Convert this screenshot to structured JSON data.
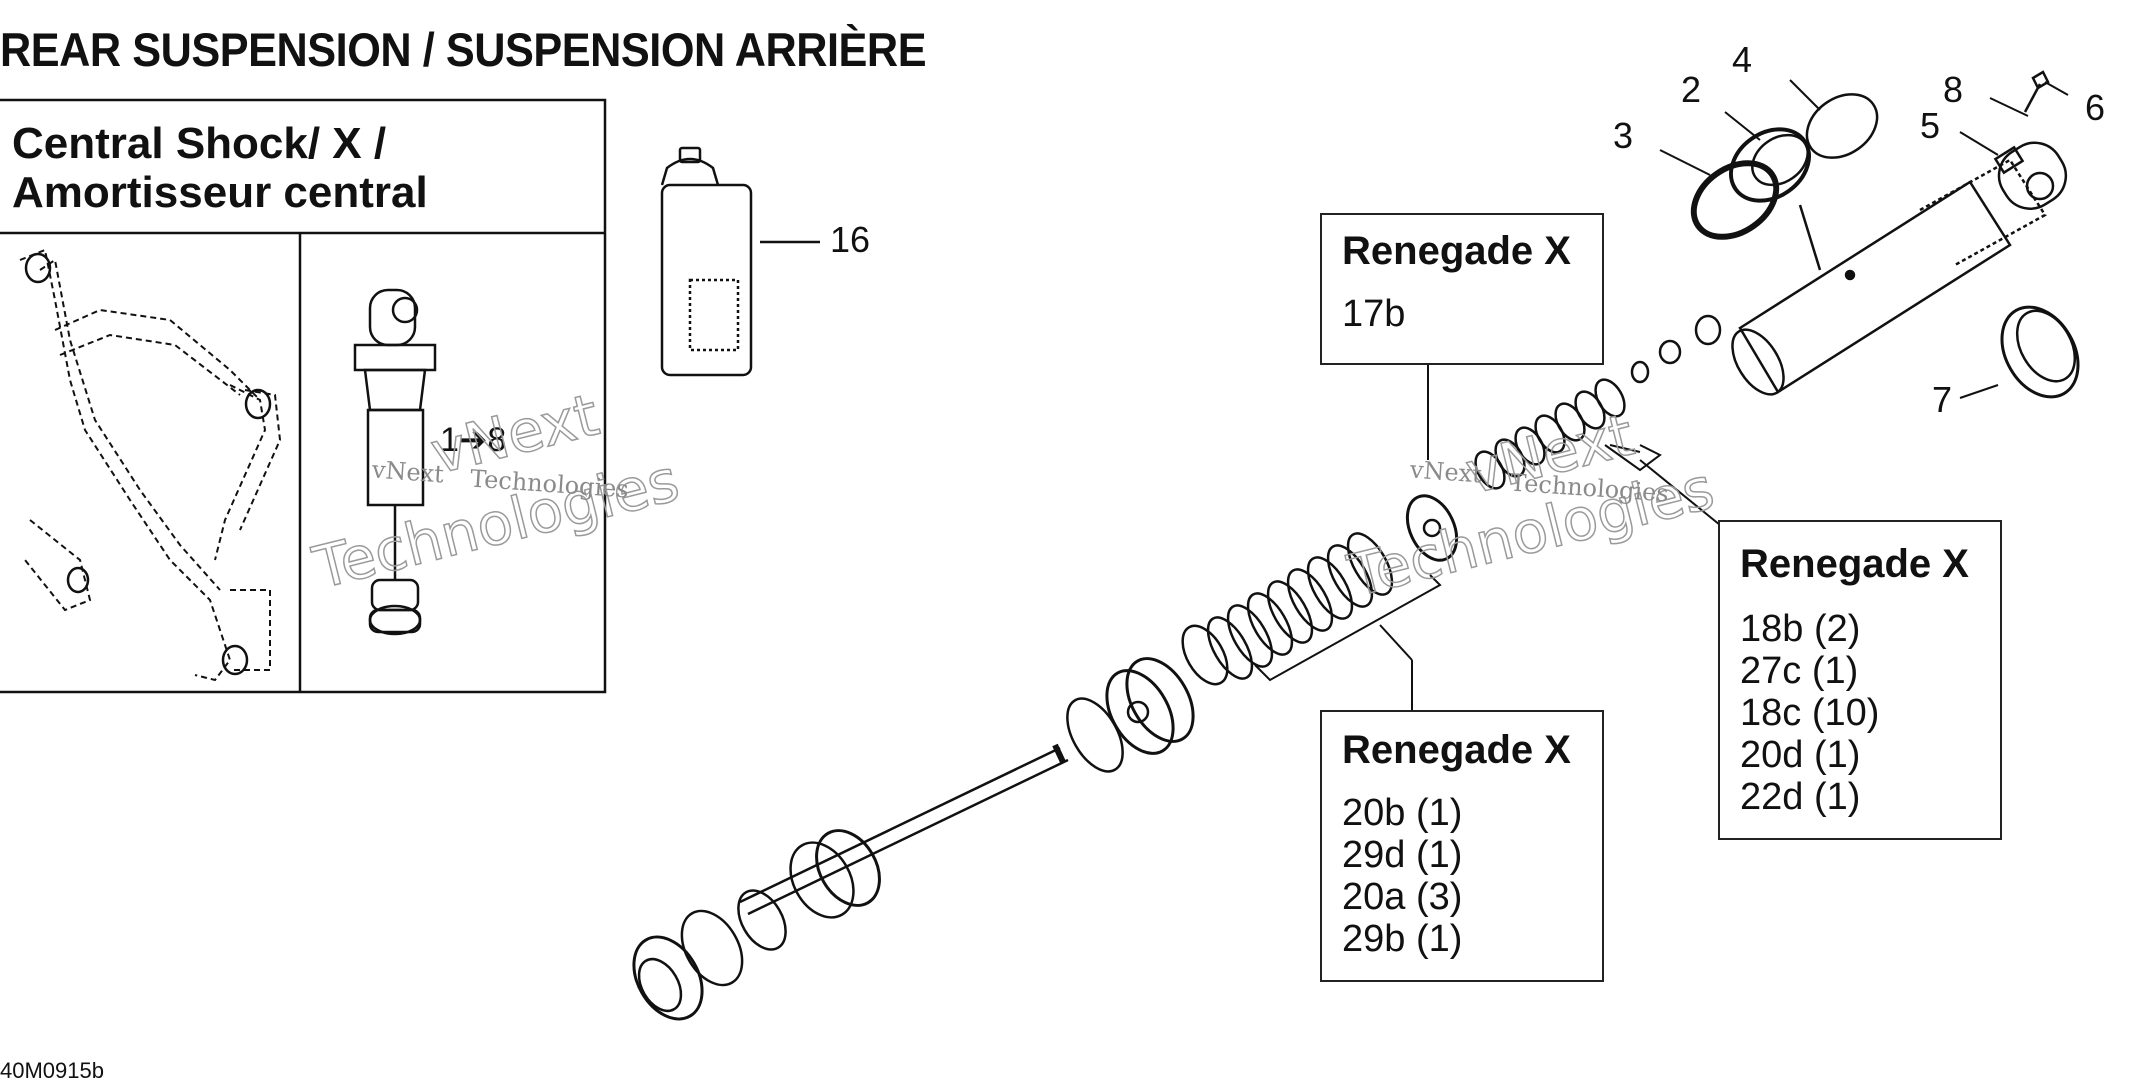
{
  "header": {
    "title": "REAR SUSPENSION / SUSPENSION ARRIÈRE"
  },
  "inset": {
    "title_line1": "Central Shock/ X /",
    "title_line2": "Amortisseur central",
    "range_label": "1➔8"
  },
  "callouts": {
    "c1": "2",
    "c2": "3",
    "c3": "4",
    "c4": "5",
    "c5": "6",
    "c6": "7",
    "c7": "8",
    "c8": "16"
  },
  "boxes": {
    "box17": {
      "title": "Renegade X",
      "lines": [
        "17b"
      ]
    },
    "box18": {
      "title": "Renegade X",
      "lines": [
        "18b (2)",
        "27c (1)",
        "18c (10)",
        "20d (1)",
        "22d (1)"
      ]
    },
    "box20": {
      "title": "Renegade X",
      "lines": [
        "20b (1)",
        "29d (1)",
        "20a (3)",
        "29b (1)"
      ]
    }
  },
  "watermarks": {
    "line1": "vNext",
    "line2": "Technologies"
  },
  "footer": {
    "code": "40M0915b"
  }
}
